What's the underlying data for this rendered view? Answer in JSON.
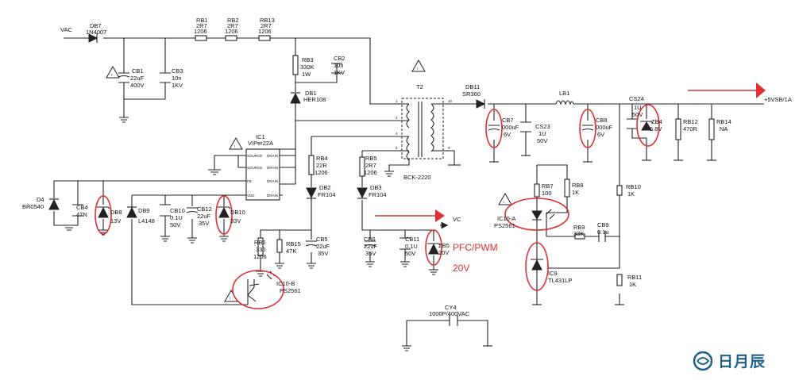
{
  "labels": {
    "vac": "VAC",
    "db7_ref": "DB7",
    "db7_val": "1N4007",
    "rb1_ref": "RB1",
    "rb1_val": "2R7",
    "rb1_pkg": "1206",
    "rb2_ref": "RB2",
    "rb2_val": "2R7",
    "rb2_pkg": "1206",
    "rb13_ref": "RB13",
    "rb13_val": "2R7",
    "rb13_pkg": "1206",
    "cb1_ref": "CB1",
    "cb1_val": "22uF",
    "cb1_v": "400V",
    "cb3_ref": "CB3",
    "cb3_val": "10n",
    "cb3_v": "1KV",
    "rb3_ref": "RB3",
    "rb3_val": "330K",
    "rb3_w": "1W",
    "cb2_ref": "CB2",
    "cb2_val": "10n",
    "cb2_v": "1KV",
    "db1_ref": "DB1",
    "db1_val": "HER108",
    "ic1_ref": "IC1",
    "ic1_val": "VIPer22A",
    "pin_source": "SOURCE",
    "pin_drain": "DRAIN",
    "pin_fb": "FB",
    "pin_vdd": "VDD",
    "t2_ref": "T2",
    "t2_val": "BCK-2220",
    "pin1": "1",
    "pin2": "2",
    "pin4": "4",
    "pin5": "5",
    "pin9": "9",
    "pin10": "10",
    "db11_ref": "DB11",
    "db11_val": "SR360",
    "lb1_ref": "LB1",
    "cb7_ref": "CB7",
    "cb7_val": "000uF",
    "cb7_v": "6V",
    "cs23_ref": "CS23",
    "cs23_val": "1U",
    "cs23_v": "50V",
    "cb8_ref": "CB8",
    "cb8_val": "000uF",
    "cb8_v": "6V",
    "cs24_ref": "CS24",
    "cs24_val": "1U",
    "cs24_v": "50V",
    "zb4_ref": "ZB4",
    "zb4_val": "6.8V",
    "rb12_ref": "RB12",
    "rb12_val": "470R",
    "rb14_ref": "RB14",
    "rb14_val": "NA",
    "out_5vsb": "+5VSB/1A",
    "d4_ref": "D4",
    "d4_val": "BR0540",
    "cb4_ref": "CB4",
    "cb4_val": "47N",
    "db8_ref": "DB8",
    "db8_val": "13V",
    "db9_ref": "DB9",
    "db9_val": "L4148",
    "cb10_ref": "CB10",
    "cb10_val": "0.1U",
    "cb10_v": "50V",
    "cb12_ref": "CB12",
    "cb12_val": "22uF",
    "cb12_v": "35V",
    "db10_ref": "DB10",
    "db10_val": "33V",
    "rb4_ref": "RB4",
    "rb4_val": "22R",
    "rb4_pkg": "1206",
    "db2_ref": "DB2",
    "db2_val": "FR104",
    "rb5_ref": "RB5",
    "rb5_val": "2R7",
    "rb5_pkg": "1206",
    "db3_ref": "DB3",
    "db3_val": "FR104",
    "vc": "VC",
    "rb6_ref": "RB6",
    "rb6_val": "330",
    "rb6_pkg": "1206",
    "rb15_ref": "RB15",
    "rb15_val": "47K",
    "cb5_ref": "CB5",
    "cb5_val": "22uF",
    "cb5_v": "35V",
    "cb6_ref": "CB6",
    "cb6_val": "22uF",
    "cb6_v": "35V",
    "cb11_ref": "CB11",
    "cb11_val": "0.1U",
    "cb11_v": "50V",
    "zb5_ref": "ZB5",
    "zb5_val": "20V",
    "pfc_note": "PFC/PWM",
    "pfc_volt": "20V",
    "ic10b_ref": "IC10-B",
    "ic10b_val": "PS2561",
    "ic10a_ref": "IC10-A",
    "ic10a_val": "PS2561",
    "rb7_ref": "RB7",
    "rb7_val": "100",
    "rb8_ref": "RB8",
    "rb8_val": "1K",
    "rb9_ref": "RB9",
    "rb9_val": "33K",
    "cb9_ref": "CB9",
    "cb9_val": "0.1u",
    "rb10_ref": "RB10",
    "rb10_val": "1K",
    "rb11_ref": "RB11",
    "rb11_val": "1K",
    "ic9_ref": "IC9",
    "ic9_val": "TL431LP",
    "cy4_ref": "CY4",
    "cy4_val": "1000P/400VAC",
    "watermark": "日月辰"
  },
  "colors": {
    "wire": "#222222",
    "highlight": "#e03030",
    "watermark": "#1f5f8a"
  },
  "icons": [
    "warning-triangle-icon",
    "red-arrow-icon",
    "watermark-logo-icon"
  ]
}
